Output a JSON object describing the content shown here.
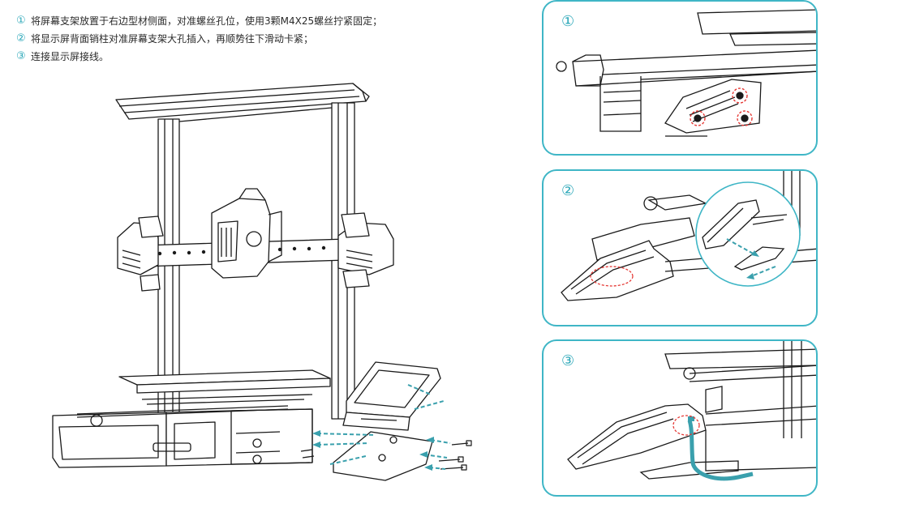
{
  "steps": [
    {
      "num": "①",
      "text": "将屏幕支架放置于右边型材侧面，对准螺丝孔位，使用3颗M4X25螺丝拧紧固定；"
    },
    {
      "num": "②",
      "text": "将显示屏背面销柱对准屏幕支架大孔插入，再顺势往下滑动卡紧；"
    },
    {
      "num": "③",
      "text": "连接显示屏接线。"
    }
  ],
  "panels": [
    {
      "badge": "①"
    },
    {
      "badge": "②"
    },
    {
      "badge": "③"
    }
  ],
  "colors": {
    "accent": "#3fb6c6",
    "highlight": "#e53935",
    "line": "#1a1a1a",
    "cable": "#3aa0ad"
  },
  "icons": [
    "printer-illustration",
    "bracket-detail",
    "screen-mount-detail",
    "cable-connect-detail"
  ]
}
